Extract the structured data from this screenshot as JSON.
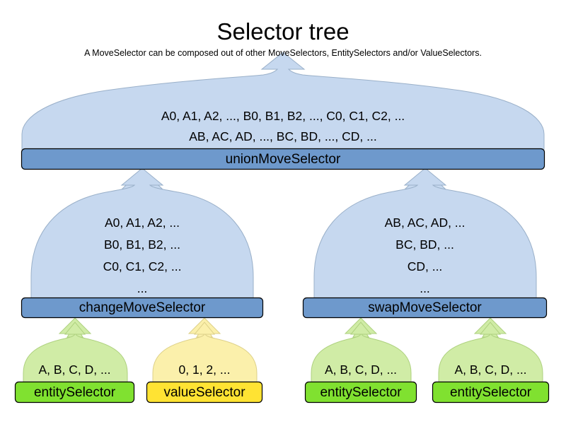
{
  "header": {
    "title": "Selector tree",
    "subtitle": "A MoveSelector can be composed out of other MoveSelectors, EntitySelectors and/or ValueSelectors."
  },
  "colors": {
    "background": "#ffffff",
    "bubble_blue": "#c6d8ef",
    "bar_blue": "#6e99cc",
    "bubble_green": "#d0eca6",
    "bar_green": "#80e130",
    "bubble_yellow": "#fbf0ab",
    "bar_yellow": "#ffe333",
    "outline": "#000000",
    "bubble_outline": "#9ab0c9",
    "text": "#000000"
  },
  "nodes": {
    "union": {
      "label": "unionMoveSelector",
      "content_lines": [
        "A0, A1, A2, ..., B0, B1, B2, ..., C0, C1, C2, ...",
        "AB, AC, AD, ..., BC, BD, ..., CD, ..."
      ],
      "type": "move-selector"
    },
    "change": {
      "label": "changeMoveSelector",
      "content_lines": [
        "A0, A1, A2, ...",
        "B0, B1, B2, ...",
        "C0, C1, C2, ...",
        "..."
      ],
      "type": "move-selector"
    },
    "swap": {
      "label": "swapMoveSelector",
      "content_lines": [
        "AB, AC, AD, ...",
        "BC, BD, ...",
        "CD, ...",
        "..."
      ],
      "type": "move-selector"
    },
    "entity1": {
      "label": "entitySelector",
      "content_lines": [
        "A, B, C, D, ..."
      ],
      "type": "entity-selector"
    },
    "value1": {
      "label": "valueSelector",
      "content_lines": [
        "0, 1, 2, ..."
      ],
      "type": "value-selector"
    },
    "entity2": {
      "label": "entitySelector",
      "content_lines": [
        "A, B, C, D, ..."
      ],
      "type": "entity-selector"
    },
    "entity3": {
      "label": "entitySelector",
      "content_lines": [
        "A, B, C, D, ..."
      ],
      "type": "entity-selector"
    }
  },
  "edges": [
    {
      "from": "change",
      "to": "union"
    },
    {
      "from": "swap",
      "to": "union"
    },
    {
      "from": "entity1",
      "to": "change"
    },
    {
      "from": "value1",
      "to": "change"
    },
    {
      "from": "entity2",
      "to": "swap"
    },
    {
      "from": "entity3",
      "to": "swap"
    }
  ]
}
